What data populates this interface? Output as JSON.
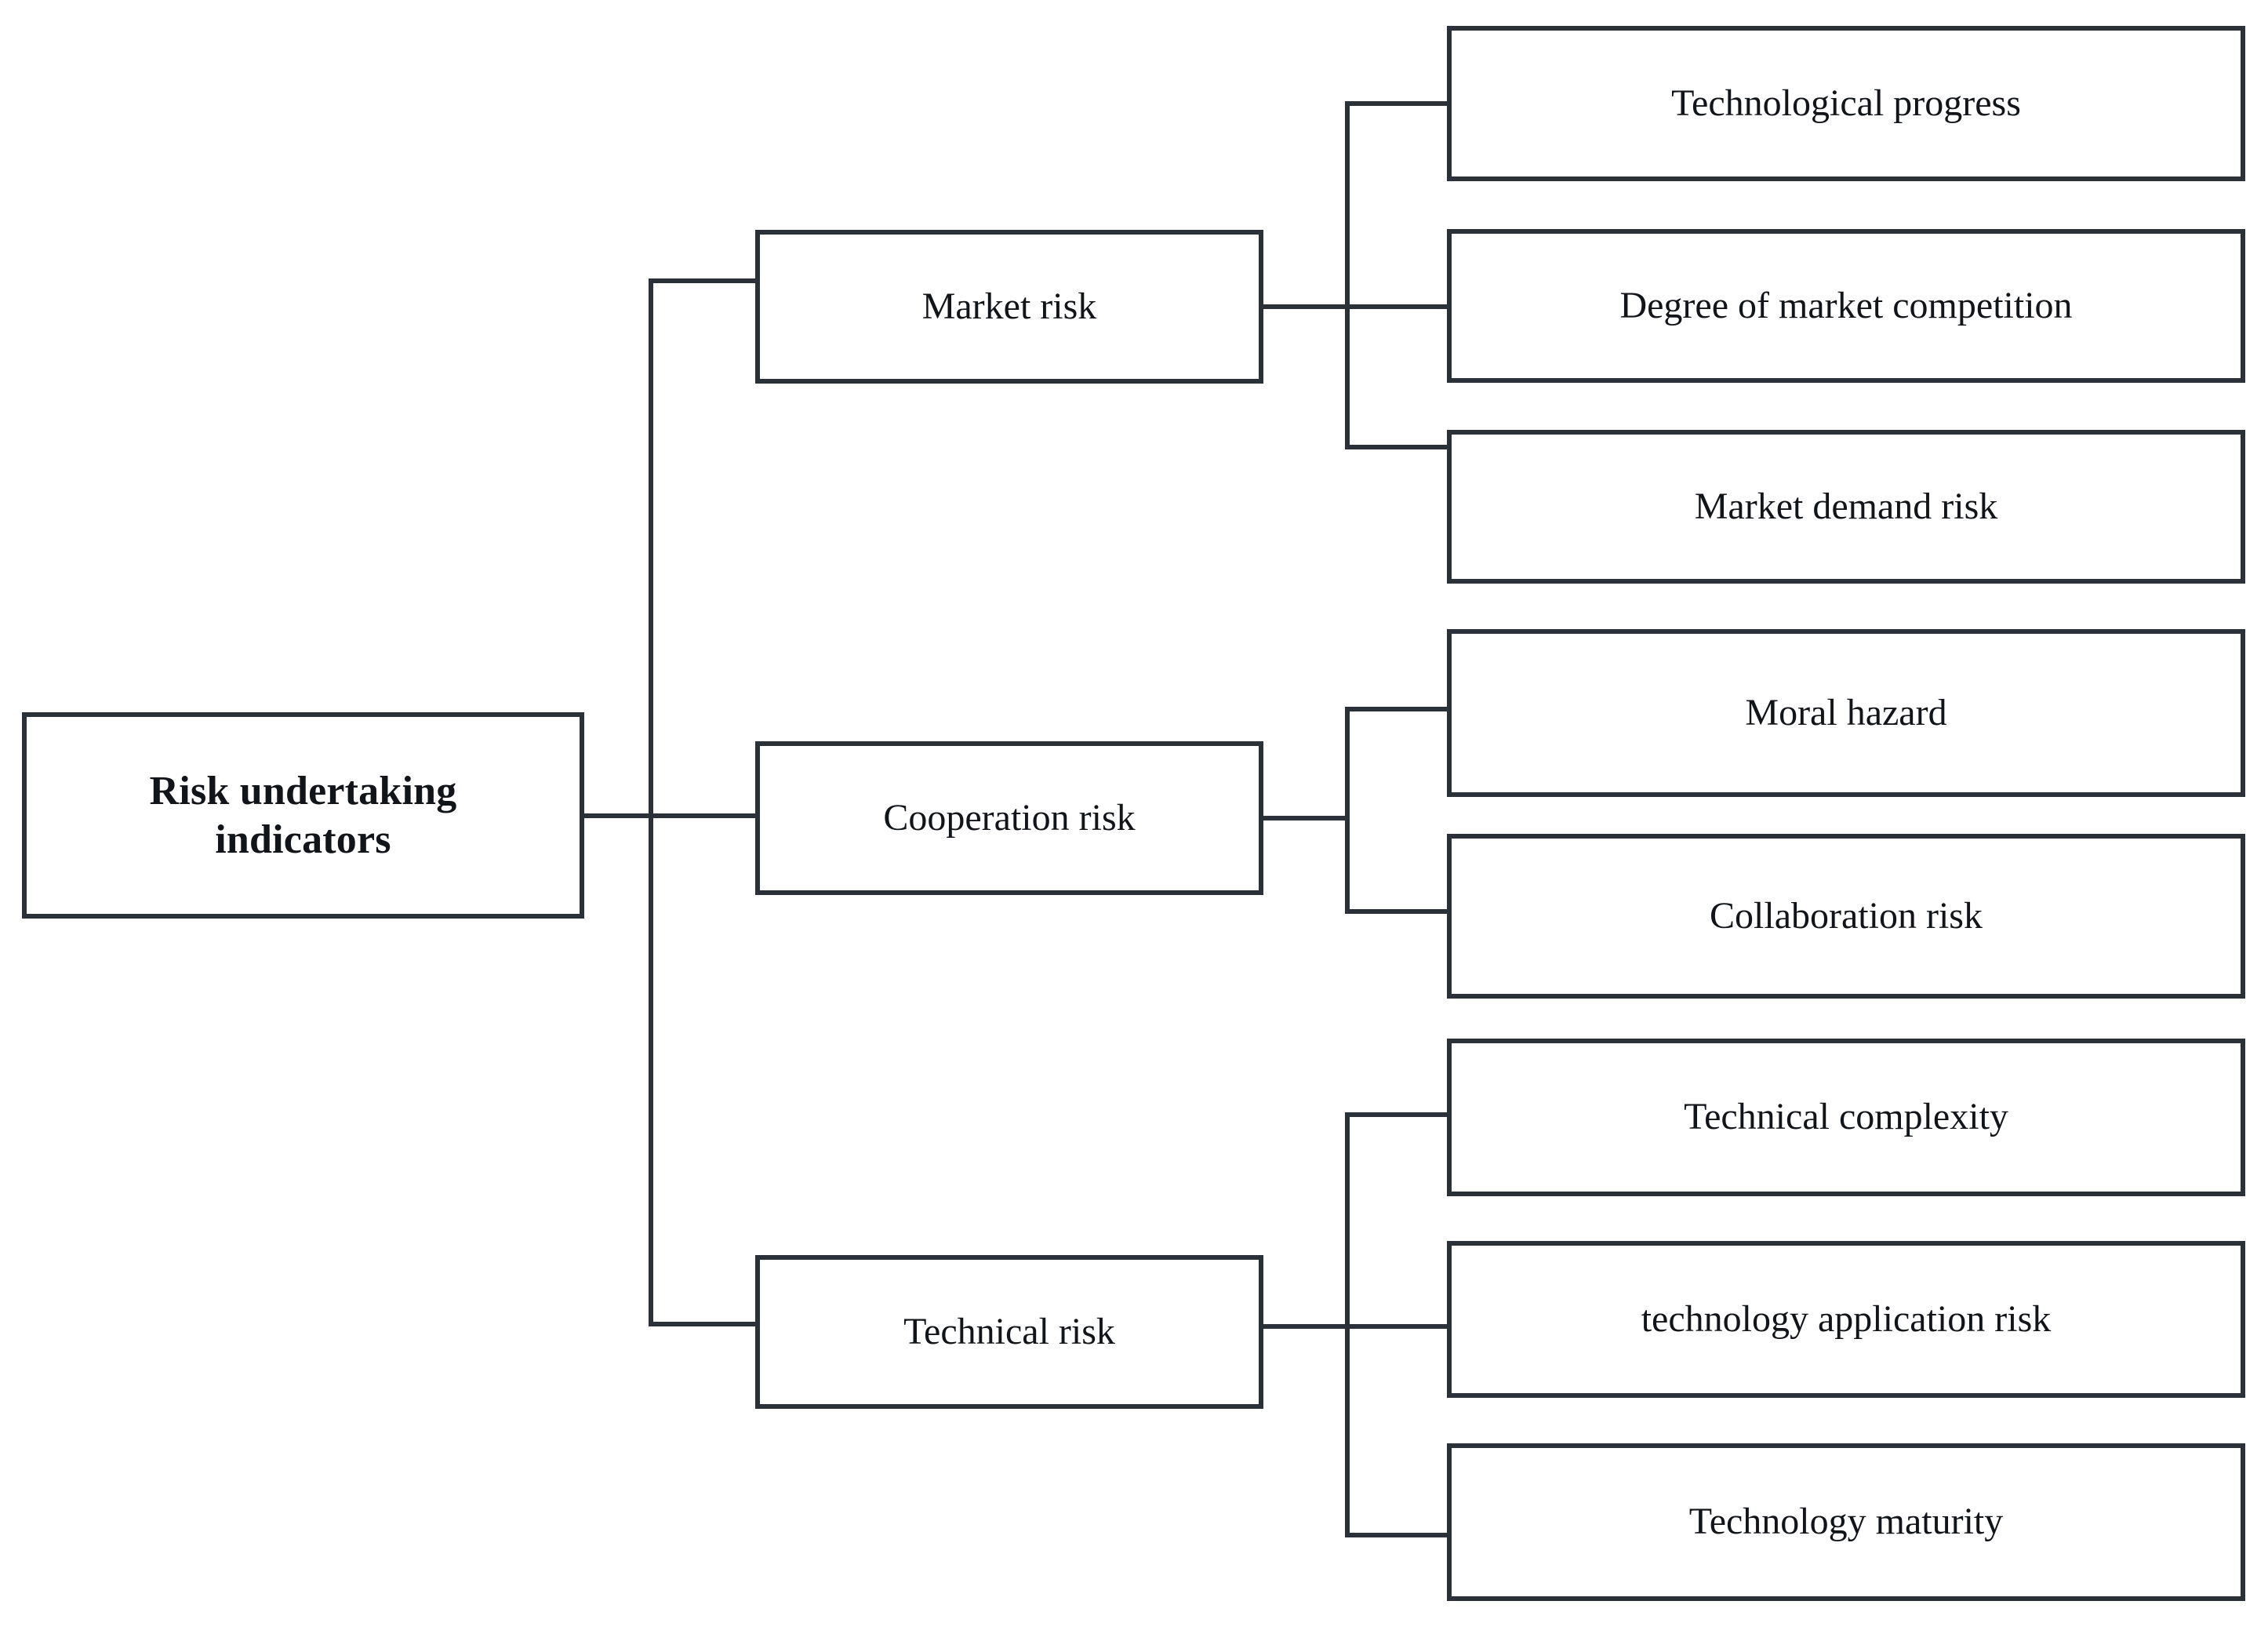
{
  "diagram": {
    "title": "Risk undertaking indicators hierarchy",
    "type": "hierarchy-tree",
    "orientation": "left-to-right",
    "colors": {
      "stroke": "#2b3138",
      "fill": "#ffffff",
      "text": "#111418"
    },
    "root": {
      "label": "Risk undertaking\nindicators",
      "line1": "Risk undertaking",
      "line2": "indicators"
    },
    "categories": [
      {
        "label": "Market risk",
        "children": [
          {
            "label": "Technological progress"
          },
          {
            "label": "Degree of market competition"
          },
          {
            "label": "Market demand risk"
          }
        ]
      },
      {
        "label": "Cooperation risk",
        "children": [
          {
            "label": "Moral hazard"
          },
          {
            "label": "Collaboration risk"
          }
        ]
      },
      {
        "label": "Technical risk",
        "children": [
          {
            "label": "Technical complexity"
          },
          {
            "label": "technology application risk"
          },
          {
            "label": "Technology maturity"
          }
        ]
      }
    ],
    "leaves_flat": [
      "Technological progress",
      "Degree of market competition",
      "Market demand risk",
      "Moral hazard",
      "Collaboration risk",
      "Technical complexity",
      "technology application risk",
      "Technology maturity"
    ]
  }
}
